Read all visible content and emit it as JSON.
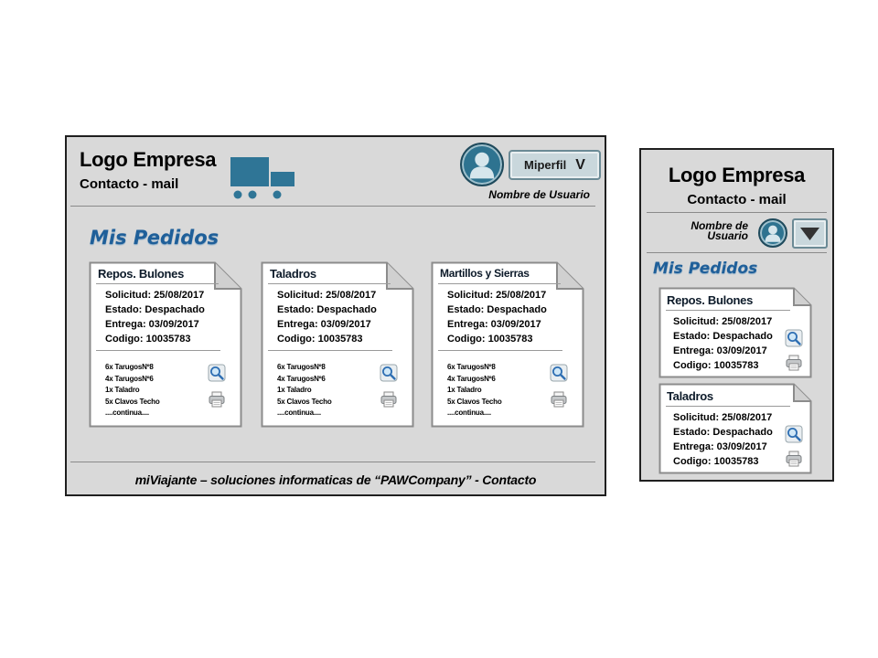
{
  "desktop": {
    "header": {
      "logo_title": "Logo Empresa",
      "contact": "Contacto - mail",
      "truck_icon": "truck-icon",
      "avatar_icon": "user-avatar-icon",
      "profile_button": "Miperfil",
      "profile_chevron": "V",
      "username": "Nombre de Usuario"
    },
    "section_title": "Mis Pedidos",
    "orders": [
      {
        "title": "Repos. Bulones",
        "solicitud": "Solicitud: 25/08/2017",
        "estado": "Estado: Despachado",
        "entrega": "Entrega: 03/09/2017",
        "codigo": "Codigo: 10035783",
        "items": [
          "6x TarugosNº8",
          "4x TarugosNº6",
          "1x Taladro",
          "5x Clavos Techo",
          "....continua...."
        ]
      },
      {
        "title": "Taladros",
        "solicitud": "Solicitud: 25/08/2017",
        "estado": "Estado: Despachado",
        "entrega": "Entrega: 03/09/2017",
        "codigo": "Codigo: 10035783",
        "items": [
          "6x TarugosNº8",
          "4x TarugosNº6",
          "1x Taladro",
          "5x Clavos Techo",
          "....continua...."
        ]
      },
      {
        "title": "Martillos y Sierras",
        "solicitud": "Solicitud: 25/08/2017",
        "estado": "Estado: Despachado",
        "entrega": "Entrega: 03/09/2017",
        "codigo": "Codigo: 10035783",
        "items": [
          "6x TarugosNº8",
          "4x TarugosNº6",
          "1x Taladro",
          "5x Clavos Techo",
          "....continua...."
        ]
      }
    ],
    "footer": "miViajante – soluciones informaticas de “PAWCompany” - Contacto"
  },
  "mobile": {
    "logo_title": "Logo Empresa",
    "contact": "Contacto - mail",
    "username_line1": "Nombre de",
    "username_line2": "Usuario",
    "section_title": "Mis Pedidos",
    "orders": [
      {
        "title": "Repos. Bulones",
        "solicitud": "Solicitud: 25/08/2017",
        "estado": "Estado: Despachado",
        "entrega": "Entrega: 03/09/2017",
        "codigo": "Codigo: 10035783"
      },
      {
        "title": "Taladros",
        "solicitud": "Solicitud: 25/08/2017",
        "estado": "Estado: Despachado",
        "entrega": "Entrega: 03/09/2017",
        "codigo": "Codigo: 10035783"
      }
    ]
  },
  "icons": {
    "view": "magnifier-icon",
    "print": "printer-icon",
    "dropdown": "triangle-down-icon"
  },
  "colors": {
    "frame_bg": "#d9d9d9",
    "accent_blue": "#1f5f99",
    "avatar_teal": "#2e7390",
    "truck_teal": "#2f7596"
  }
}
